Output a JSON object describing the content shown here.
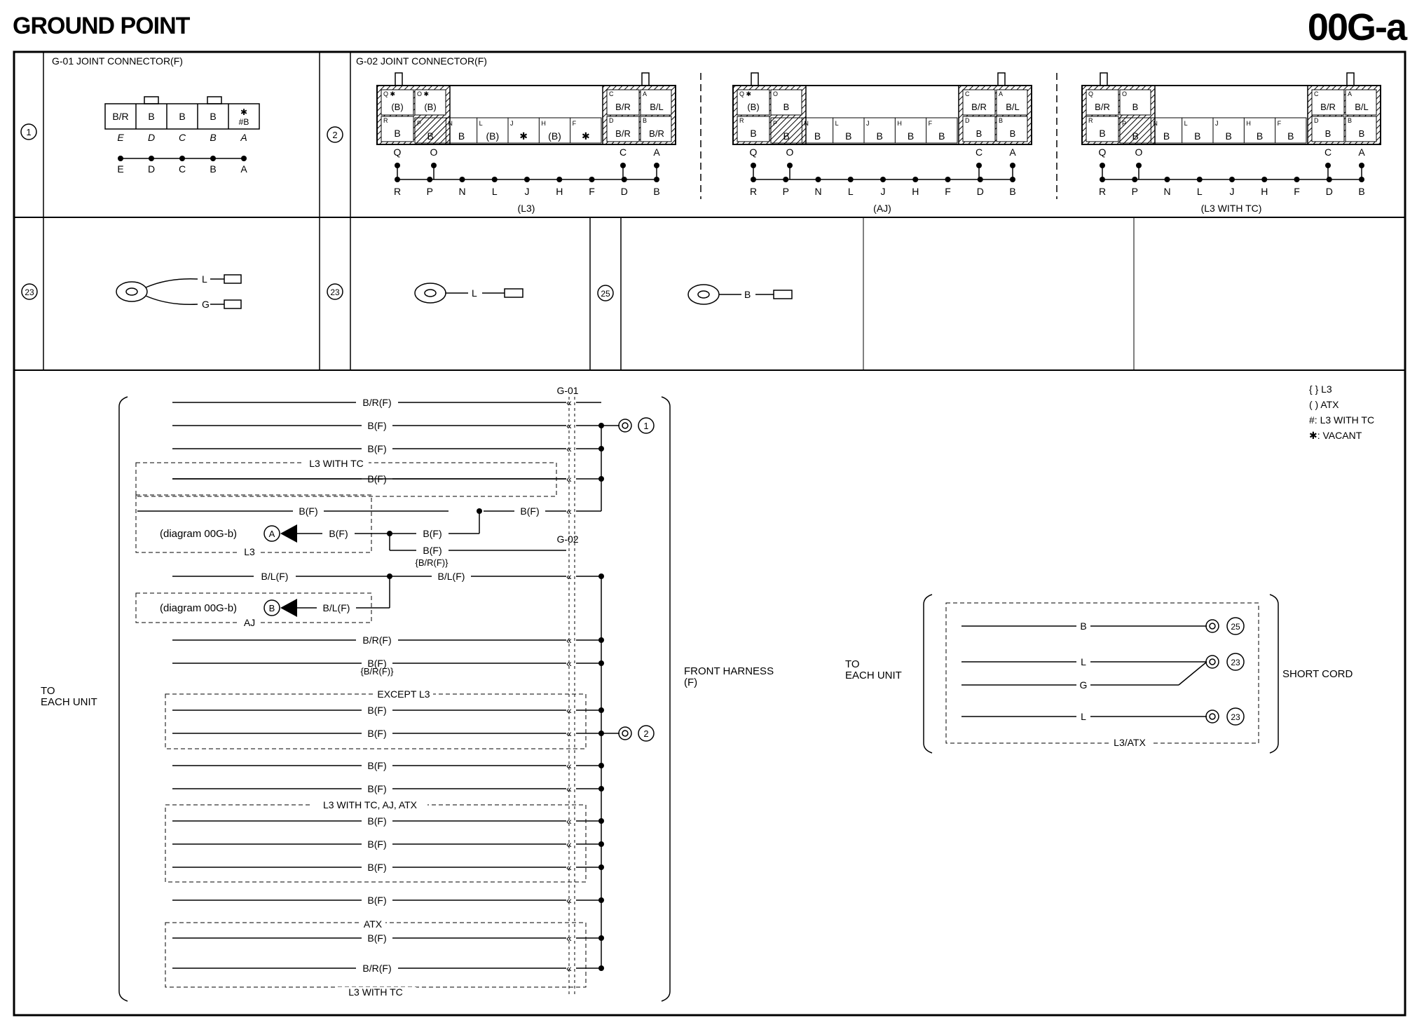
{
  "header": {
    "title": "GROUND POINT",
    "code": "00G-a"
  },
  "legend": [
    "{ } L3",
    "( ) ATX",
    "#: L3 WITH TC",
    "✱: VACANT"
  ],
  "connectors": {
    "g01_title": "G-01 JOINT CONNECTOR(F)",
    "g01_cells": [
      "B/R",
      "B",
      "B",
      "B",
      "✱\n#B"
    ],
    "g01_pins": [
      "E",
      "D",
      "C",
      "B",
      "A"
    ],
    "g02_title": "G-02 JOINT CONNECTOR(F)",
    "g02_top_pins": [
      "Q",
      "O",
      "C",
      "A"
    ],
    "g02_bottom_pins": [
      "R",
      "P",
      "N",
      "L",
      "J",
      "H",
      "F",
      "D",
      "B"
    ],
    "variants": [
      "(L3)",
      "(AJ)",
      "(L3 WITH TC)"
    ]
  },
  "grounds": {
    "g1": "1",
    "g2": "2",
    "g23": "23",
    "g25": "25"
  },
  "cords": {
    "l": "L",
    "g": "G",
    "b": "B"
  },
  "wiring": {
    "g01": "G-01",
    "g02": "G-02",
    "to_each_unit": "TO\nEACH UNIT",
    "front_harness": "FRONT HARNESS\n(F)",
    "short_cord": "SHORT CORD",
    "l3_atx": "L3/ATX",
    "groups": {
      "l3_with_tc": "L3 WITH TC",
      "l3": "L3",
      "aj": "AJ",
      "except_l3": "EXCEPT L3",
      "l3_tc_aj_atx": "L3 WITH TC, AJ, ATX",
      "atx": "ATX"
    },
    "labels": {
      "br": "B/R(F)",
      "b": "B(F)",
      "bl": "B/L(F)",
      "br_l3": "{B/R(F)}",
      "diag_a": "(diagram 00G-b)",
      "diag_b": "(diagram 00G-b)",
      "a": "A",
      "bb": "B"
    }
  }
}
